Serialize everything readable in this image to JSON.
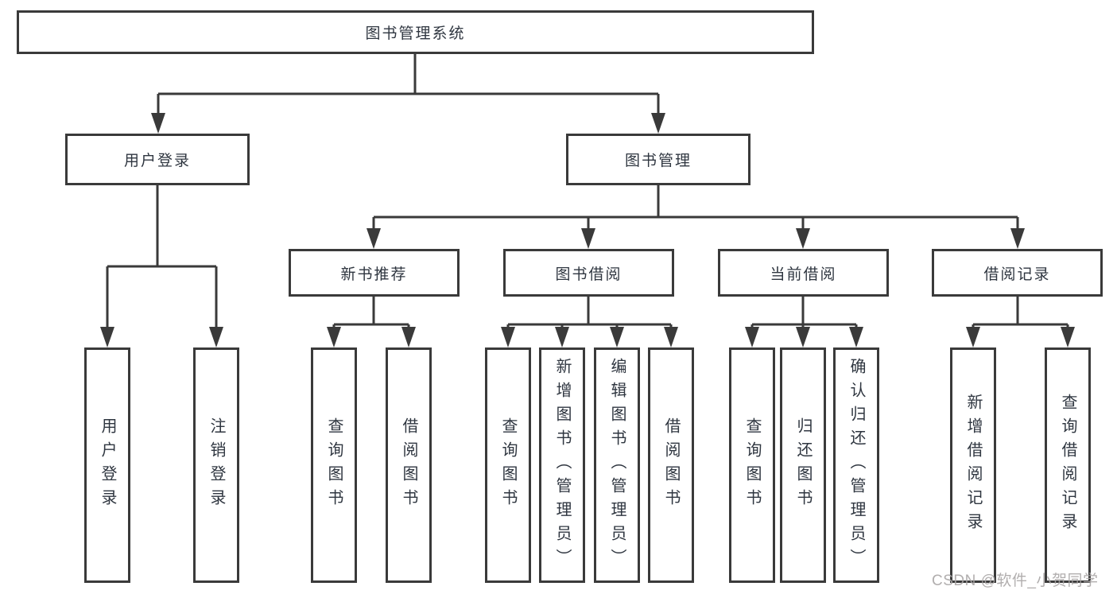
{
  "diagram": {
    "root": {
      "label": "图书管理系统"
    },
    "level2": [
      {
        "label": "用户登录"
      },
      {
        "label": "图书管理"
      }
    ],
    "level3": [
      {
        "label": "新书推荐"
      },
      {
        "label": "图书借阅"
      },
      {
        "label": "当前借阅"
      },
      {
        "label": "借阅记录"
      }
    ],
    "leaves": {
      "userLogin": [
        {
          "label": "用户登录"
        },
        {
          "label": "注销登录"
        }
      ],
      "newBook": [
        {
          "label": "查询图书"
        },
        {
          "label": "借阅图书"
        }
      ],
      "bookBorrow": [
        {
          "label": "查询图书"
        },
        {
          "label": "新增图书（管理员）"
        },
        {
          "label": "编辑图书（管理员）"
        },
        {
          "label": "借阅图书"
        }
      ],
      "currentBorrow": [
        {
          "label": "查询图书"
        },
        {
          "label": "归还图书"
        },
        {
          "label": "确认归还（管理员）"
        }
      ],
      "borrowRecords": [
        {
          "label": "新增借阅记录"
        },
        {
          "label": "查询借阅记录"
        }
      ]
    }
  },
  "watermark": {
    "text": "CSDN @软件_小贺同学"
  },
  "colors": {
    "line": "#3a3a3a",
    "text": "#2f3640",
    "watermark": "#a8a5a5",
    "background": "#ffffff"
  }
}
